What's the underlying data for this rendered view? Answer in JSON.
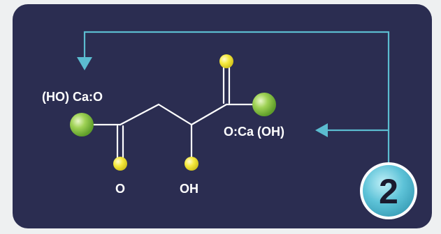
{
  "diagram": {
    "labels": {
      "left_group": "(HO) Ca:O",
      "right_group": "O:Ca (OH)",
      "bottom_o": "O",
      "bottom_oh": "OH"
    },
    "badge": {
      "number": "2"
    },
    "colors": {
      "background": "#2b2d51",
      "bond": "#ffffff",
      "arrow": "#5bbcd0",
      "green_atom": "#8cc63f",
      "yellow_atom": "#f2e640",
      "badge_fill": "#5ec3d8"
    }
  }
}
